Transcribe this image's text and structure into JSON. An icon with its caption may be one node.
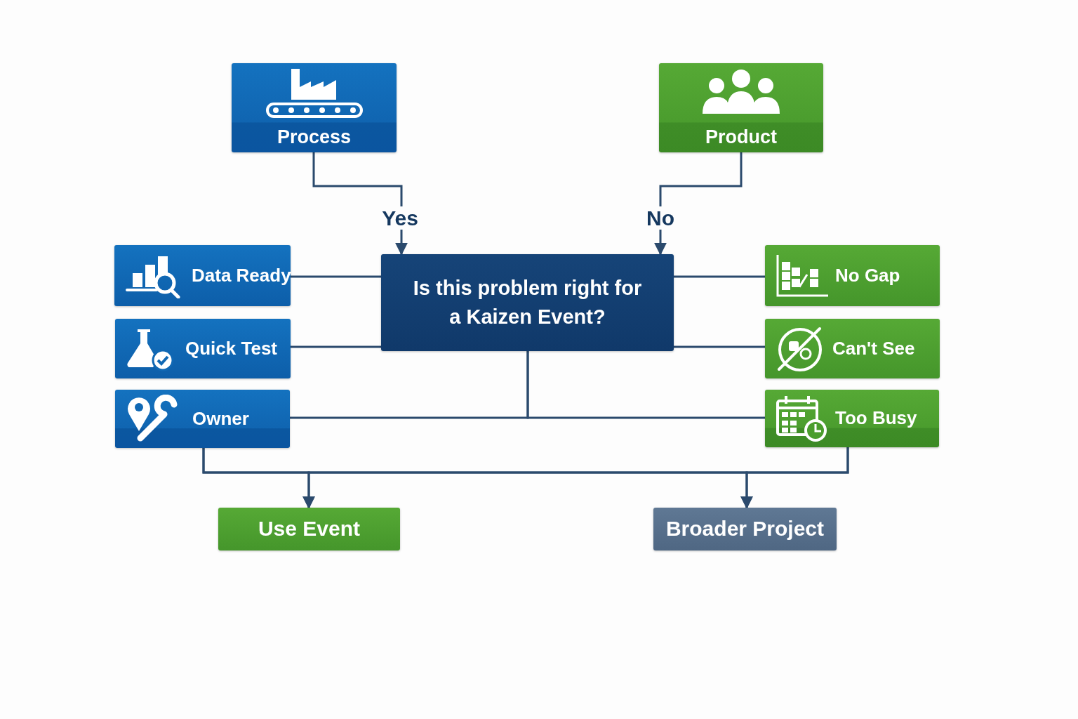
{
  "diagram": {
    "nodes": [
      {
        "text": [
          "Process"
        ]
      },
      {
        "text": [
          "Product"
        ]
      },
      {
        "text": [
          "Is this problem right for a Kaizen Event?"
        ]
      },
      {
        "text": [
          "Data Ready"
        ]
      },
      {
        "text": [
          "No Gap"
        ]
      },
      {
        "text": [
          "Quick Test"
        ]
      },
      {
        "text": [
          "Can't See"
        ]
      },
      {
        "text": [
          "Owner"
        ]
      },
      {
        "text": [
          "Too Busy"
        ]
      },
      {
        "text": [
          "Use Event"
        ]
      },
      {
        "text": [
          "Broader Project"
        ]
      }
    ],
    "edges": [
      {
        "from": 0,
        "to": 2,
        "arrow": "to",
        "label": "Yes"
      },
      {
        "from": 1,
        "to": 2,
        "arrow": "to",
        "label": "No"
      },
      {
        "from": 3,
        "to": 2,
        "arrow": "none"
      },
      {
        "from": 5,
        "to": 2,
        "arrow": "none"
      },
      {
        "from": 4,
        "to": 2,
        "arrow": "none"
      },
      {
        "from": 6,
        "to": 2,
        "arrow": "none"
      },
      {
        "from": 2,
        "to": 7,
        "arrow": "none"
      },
      {
        "from": 2,
        "to": 8,
        "arrow": "none"
      },
      {
        "from": 7,
        "to": 9,
        "arrow": "to"
      },
      {
        "from": 7,
        "to": 10,
        "arrow": "to"
      },
      {
        "from": 8,
        "to": 9,
        "arrow": "to"
      },
      {
        "from": 8,
        "to": 10,
        "arrow": "to"
      }
    ]
  }
}
